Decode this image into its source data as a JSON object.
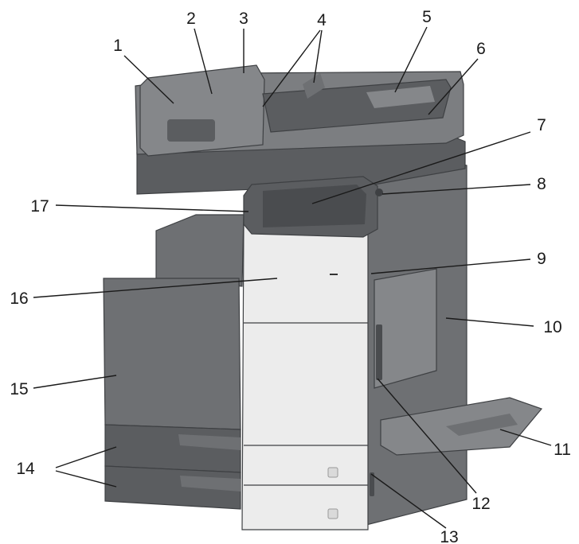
{
  "callouts": [
    {
      "id": 1,
      "label": "1"
    },
    {
      "id": 2,
      "label": "2"
    },
    {
      "id": 3,
      "label": "3"
    },
    {
      "id": 4,
      "label": "4"
    },
    {
      "id": 5,
      "label": "5"
    },
    {
      "id": 6,
      "label": "6"
    },
    {
      "id": 7,
      "label": "7"
    },
    {
      "id": 8,
      "label": "8"
    },
    {
      "id": 9,
      "label": "9"
    },
    {
      "id": 10,
      "label": "10"
    },
    {
      "id": 11,
      "label": "11"
    },
    {
      "id": 12,
      "label": "12"
    },
    {
      "id": 13,
      "label": "13"
    },
    {
      "id": 14,
      "label": "14"
    },
    {
      "id": 15,
      "label": "15"
    },
    {
      "id": 16,
      "label": "16"
    },
    {
      "id": 17,
      "label": "17"
    }
  ],
  "colors": {
    "body_dark": "#5b5d60",
    "body_mid": "#6e7073",
    "front_panel": "#ececec",
    "lines": "#1a1a1a"
  }
}
